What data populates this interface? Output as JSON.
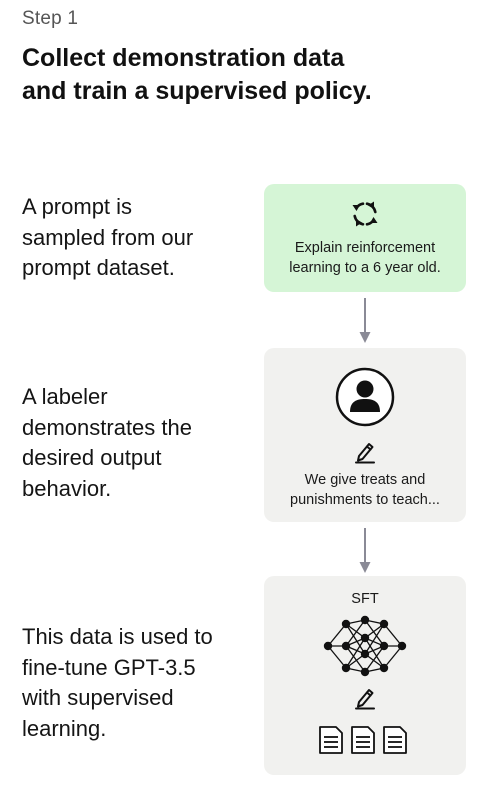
{
  "step": {
    "label": "Step 1",
    "title_line1": "Collect demonstration data",
    "title_line2": "and train a supervised policy."
  },
  "rows": [
    {
      "desc_lines": [
        "A prompt is",
        "sampled from our",
        "prompt dataset."
      ],
      "card_lines": [
        "Explain reinforcement",
        "learning to a 6 year old."
      ],
      "card_icon": "refresh-icon",
      "card_color": "#d5f5d6"
    },
    {
      "desc_lines": [
        "A labeler",
        "demonstrates the",
        "desired output",
        "behavior."
      ],
      "card_lines": [
        "We give treats and",
        "punishments to teach..."
      ],
      "card_icons": [
        "labeler-avatar-icon",
        "pencil-icon"
      ],
      "card_color": "#f1f1ef"
    },
    {
      "desc_lines": [
        "This data is used to",
        "fine-tune GPT-3.5",
        "with supervised",
        "learning."
      ],
      "card_label": "SFT",
      "card_icons": [
        "neural-network-icon",
        "pencil-icon",
        "document-icon"
      ],
      "card_color": "#f1f1ef"
    }
  ],
  "colors": {
    "arrow": "#8a8a96",
    "prompt_card": "#d5f5d6",
    "neutral_card": "#f1f1ef"
  }
}
